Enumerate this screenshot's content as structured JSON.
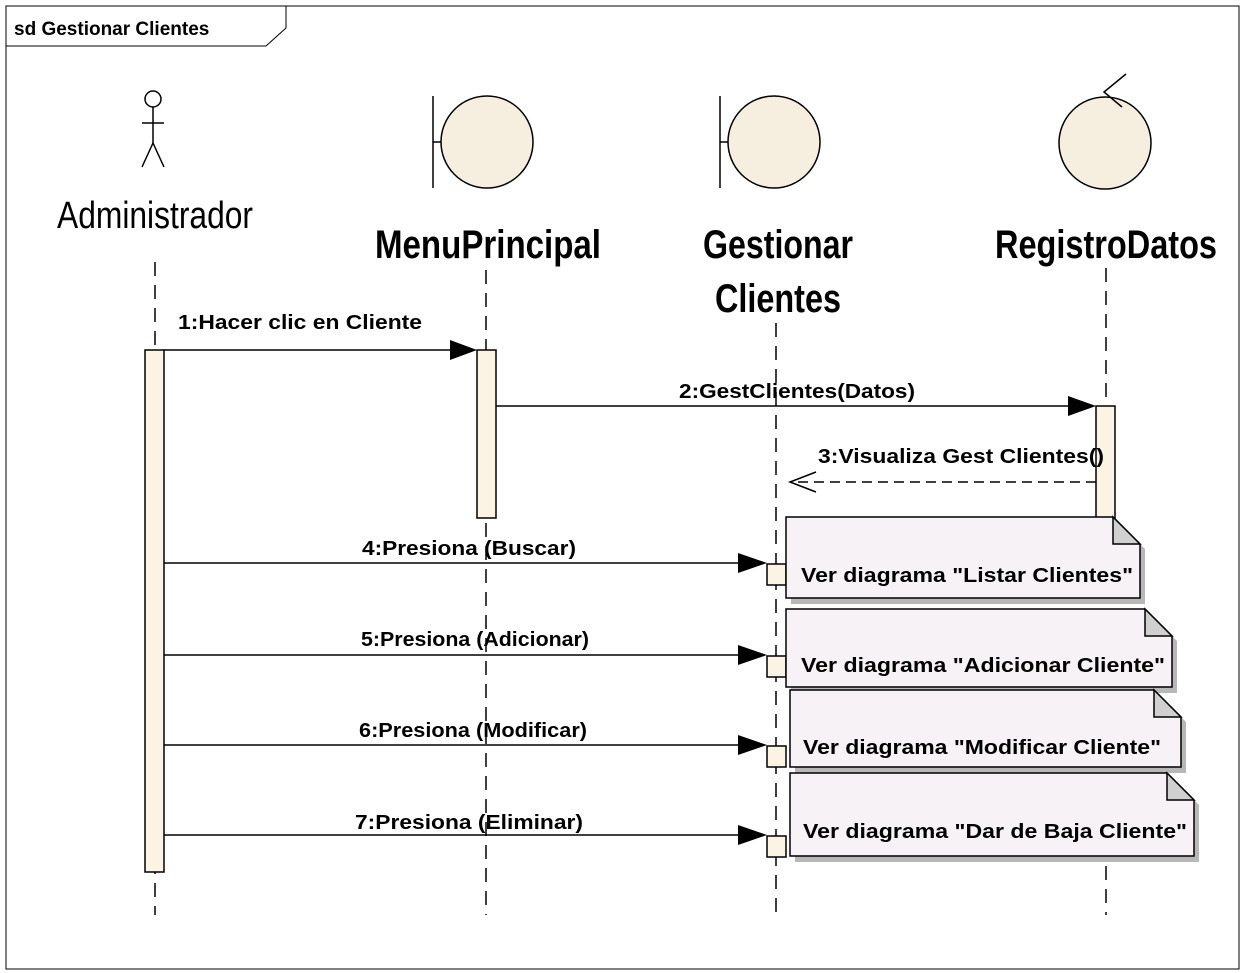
{
  "frame": {
    "label": "sd Gestionar Clientes"
  },
  "participants": [
    {
      "id": "administrador",
      "kind": "actor",
      "name_lines": [
        "Administrador"
      ]
    },
    {
      "id": "menuprincipal",
      "kind": "boundary",
      "name_lines": [
        "MenuPrincipal"
      ]
    },
    {
      "id": "gestionar-clientes",
      "kind": "boundary",
      "name_lines": [
        "Gestionar",
        "Clientes"
      ]
    },
    {
      "id": "registrodatos",
      "kind": "control",
      "name_lines": [
        "RegistroDatos"
      ]
    }
  ],
  "messages": [
    {
      "label": "1:Hacer clic en Cliente",
      "from": "administrador",
      "to": "menuprincipal",
      "style": "sync"
    },
    {
      "label": "2:GestClientes(Datos)",
      "from": "menuprincipal",
      "to": "registrodatos",
      "style": "sync"
    },
    {
      "label": "3:Visualiza Gest Clientes()",
      "from": "registrodatos",
      "to": "gestionar-clientes",
      "style": "return"
    },
    {
      "label": "4:Presiona (Buscar)",
      "from": "administrador",
      "to": "gestionar-clientes",
      "style": "sync"
    },
    {
      "label": "5:Presiona (Adicionar)",
      "from": "administrador",
      "to": "gestionar-clientes",
      "style": "sync"
    },
    {
      "label": "6:Presiona (Modificar)",
      "from": "administrador",
      "to": "gestionar-clientes",
      "style": "sync"
    },
    {
      "label": "7:Presiona (Eliminar)",
      "from": "administrador",
      "to": "gestionar-clientes",
      "style": "sync"
    }
  ],
  "notes": [
    {
      "text": "Ver diagrama \"Listar Clientes\""
    },
    {
      "text": "Ver diagrama \"Adicionar Cliente\""
    },
    {
      "text": "Ver diagrama \"Modificar Cliente\""
    },
    {
      "text": "Ver diagrama \"Dar de Baja Cliente\""
    }
  ],
  "colors": {
    "participant_fill": "#F6EEDF",
    "activation_fill": "#FBF3E4",
    "note_fill": "#F6F2F6",
    "note_shadow": "#B8B8B8",
    "line": "#000000"
  }
}
